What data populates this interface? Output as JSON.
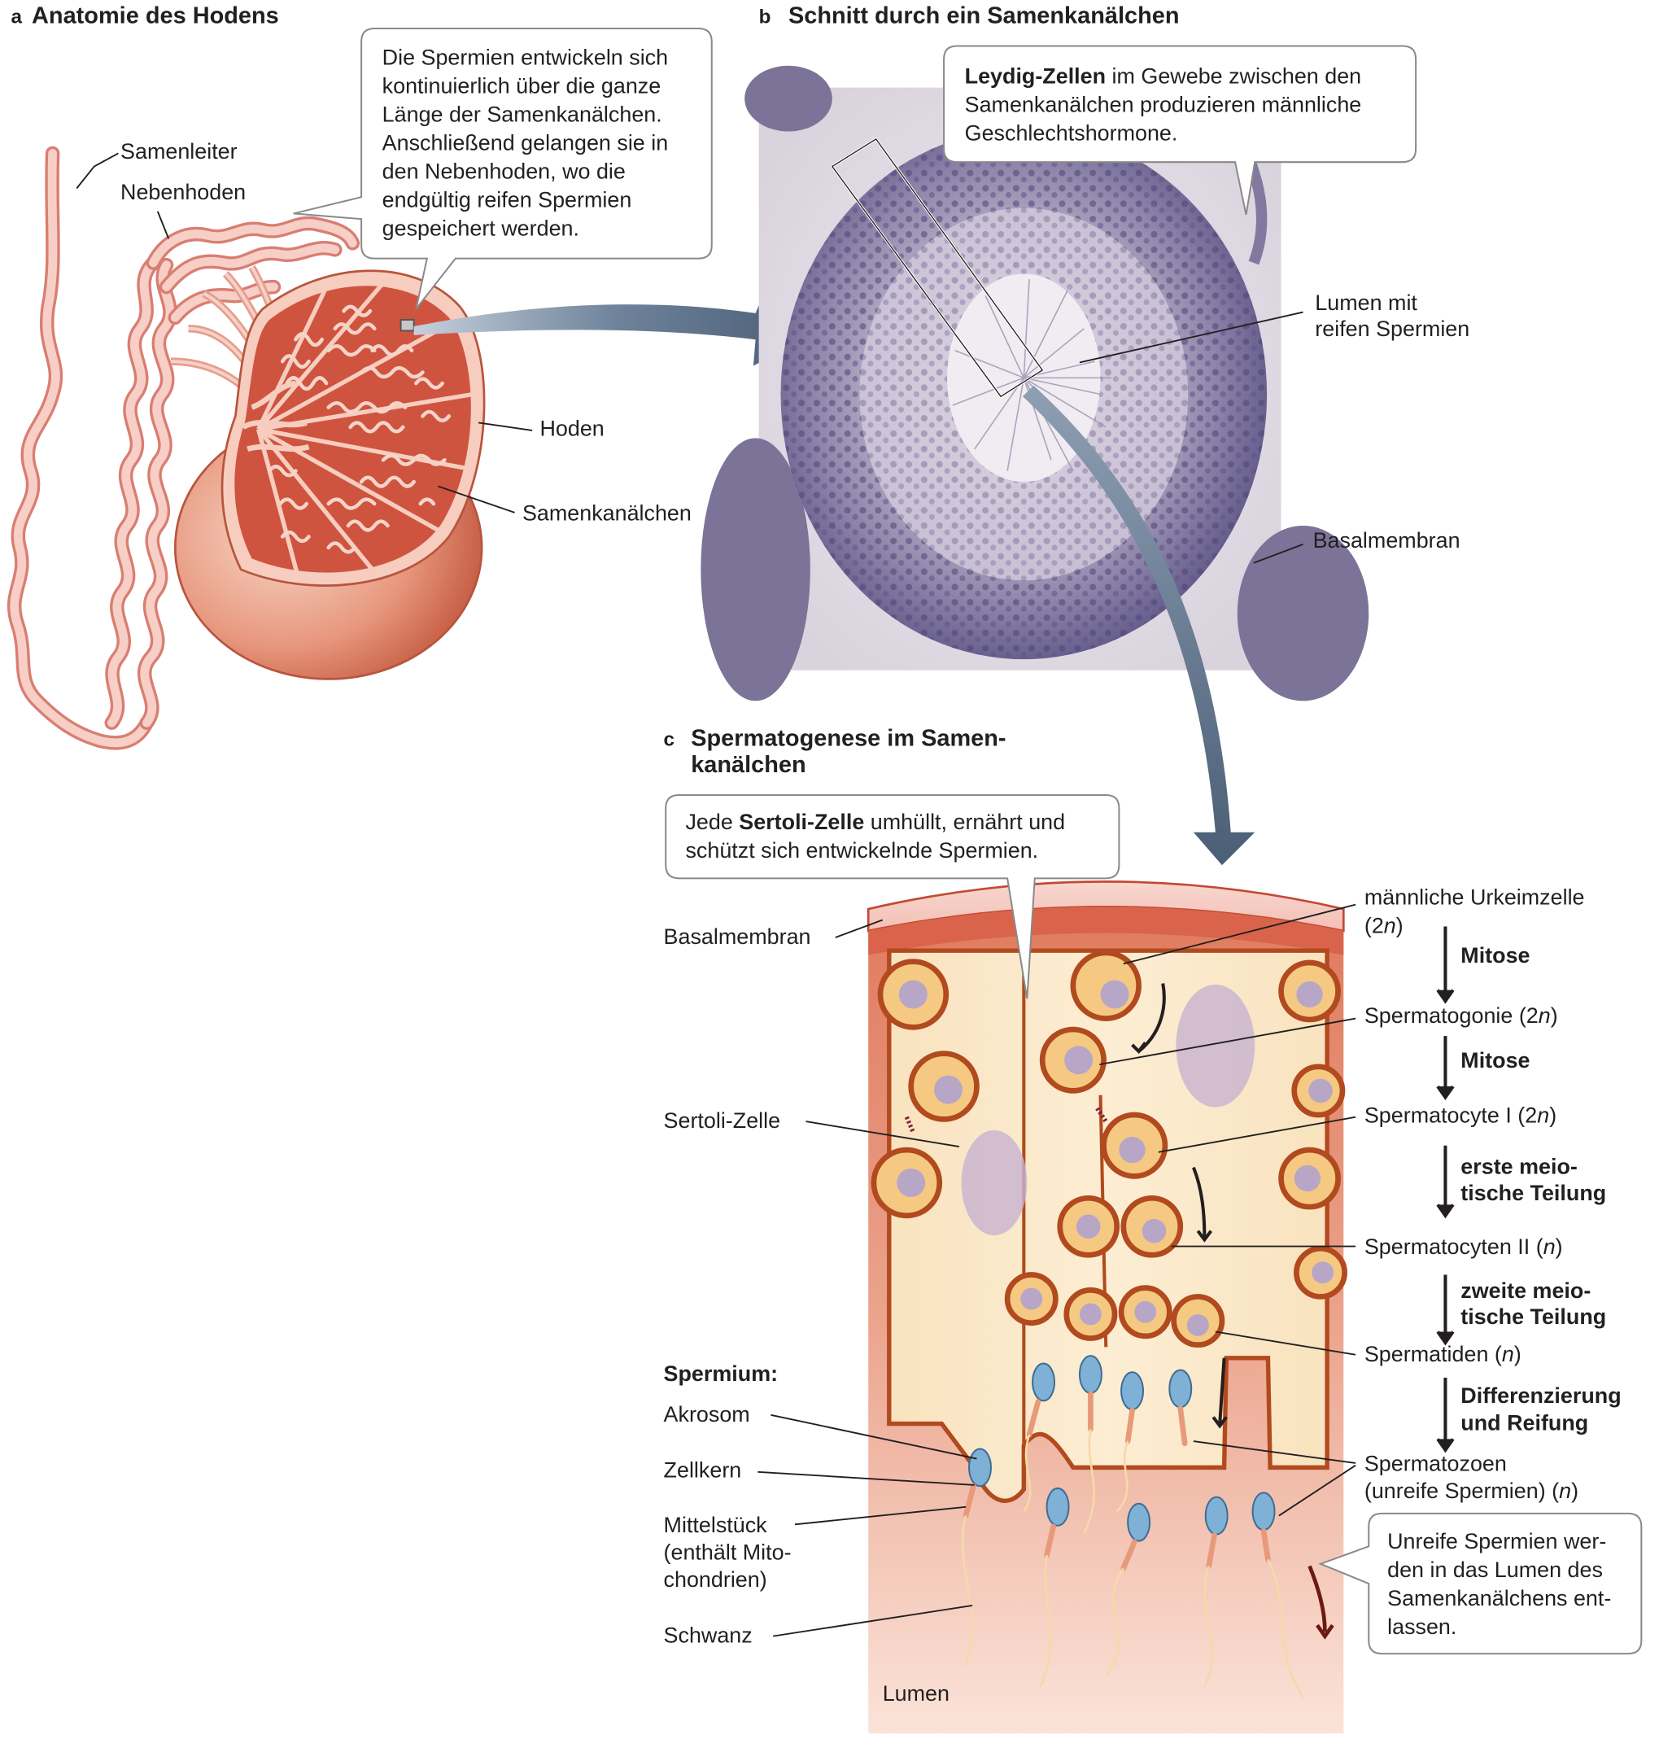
{
  "panel_a": {
    "letter": "a",
    "title": "Anatomie des Hodens",
    "labels": {
      "samenleiter": "Samenleiter",
      "nebenhoden": "Nebenhoden",
      "hoden": "Hoden",
      "samenkanaelchen": "Samenkanälchen"
    },
    "callout": [
      "Die Spermien entwickeln sich",
      "kontinuierlich über die ganze",
      "Länge der Samenkanälchen.",
      "Anschließend gelangen sie in",
      "den Nebenhoden, wo die",
      "endgültig reifen Spermien",
      "gespeichert werden."
    ]
  },
  "panel_b": {
    "letter": "b",
    "title": "Schnitt durch ein Samenkanälchen",
    "callout": {
      "bold": "Leydig-Zellen",
      "line1_rest": " im Gewebe zwischen den",
      "line2": "Samenkanälchen produzieren männliche",
      "line3": "Geschlechtshormone."
    },
    "labels": {
      "lumen_1": "Lumen mit",
      "lumen_2": "reifen Spermien",
      "basalmembran": "Basalmembran"
    }
  },
  "panel_c": {
    "letter": "c",
    "title_1": "Spermatogenese im Samen-",
    "title_2": "kanälchen",
    "callout_top": {
      "pre": "Jede ",
      "bold": "Sertoli-Zelle",
      "line1_rest": " umhüllt, ernährt und",
      "line2": "schützt sich entwickelnde Spermien."
    },
    "left_labels": {
      "basalmembran": "Basalmembran",
      "sertoli": "Sertoli-Zelle",
      "spermium_heading": "Spermium:",
      "akrosom": "Akrosom",
      "zellkern": "Zellkern",
      "mittelstueck_1": "Mittelstück",
      "mittelstueck_2": "(enthält Mito-",
      "mittelstueck_3": "chondrien)",
      "schwanz": "Schwanz",
      "lumen": "Lumen"
    },
    "stages": [
      {
        "pre": "männliche Urkeimzelle",
        "line2_pre": "(2",
        "italic": "n",
        "post": ")"
      },
      {
        "pre": "Spermatogonie (2",
        "italic": "n",
        "post": ")"
      },
      {
        "pre": "Spermatocyte I (2",
        "italic": "n",
        "post": ")"
      },
      {
        "pre": "Spermatocyten II (",
        "italic": "n",
        "post": ")"
      },
      {
        "pre": "Spermatiden (",
        "italic": "n",
        "post": ")"
      },
      {
        "pre": "Spermatozoen",
        "line2_pre": "(unreife Spermien) (",
        "italic": "n",
        "post": ")"
      }
    ],
    "processes": [
      {
        "line1": "Mitose"
      },
      {
        "line1": "Mitose"
      },
      {
        "line1": "erste meio-",
        "line2": "tische Teilung"
      },
      {
        "line1": "zweite meio-",
        "line2": "tische Teilung"
      },
      {
        "line1": "Differenzierung",
        "line2": "und Reifung"
      }
    ],
    "callout_bottom": [
      "Unreife Spermien wer-",
      "den in das Lumen des",
      "Samenkanälchens ent-",
      "lassen."
    ]
  }
}
